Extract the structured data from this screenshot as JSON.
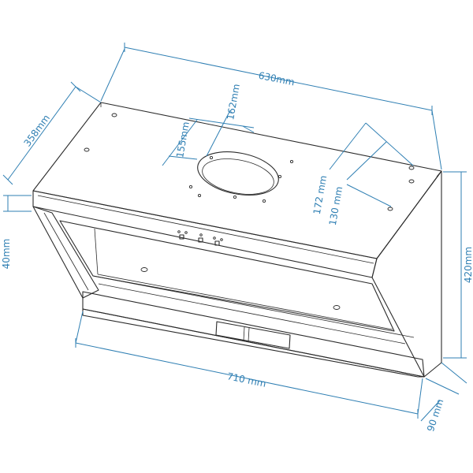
{
  "dimensions": {
    "top_width": "630mm",
    "top_depth": "358mm",
    "duct_offset_x": "162mm",
    "duct_offset_y": "155mm",
    "mount_spacing_a": "172 mm",
    "mount_spacing_b": "130 mm",
    "front_lip_height": "40mm",
    "total_height": "420mm",
    "bottom_width": "710 mm",
    "bottom_depth": "90 mm"
  }
}
